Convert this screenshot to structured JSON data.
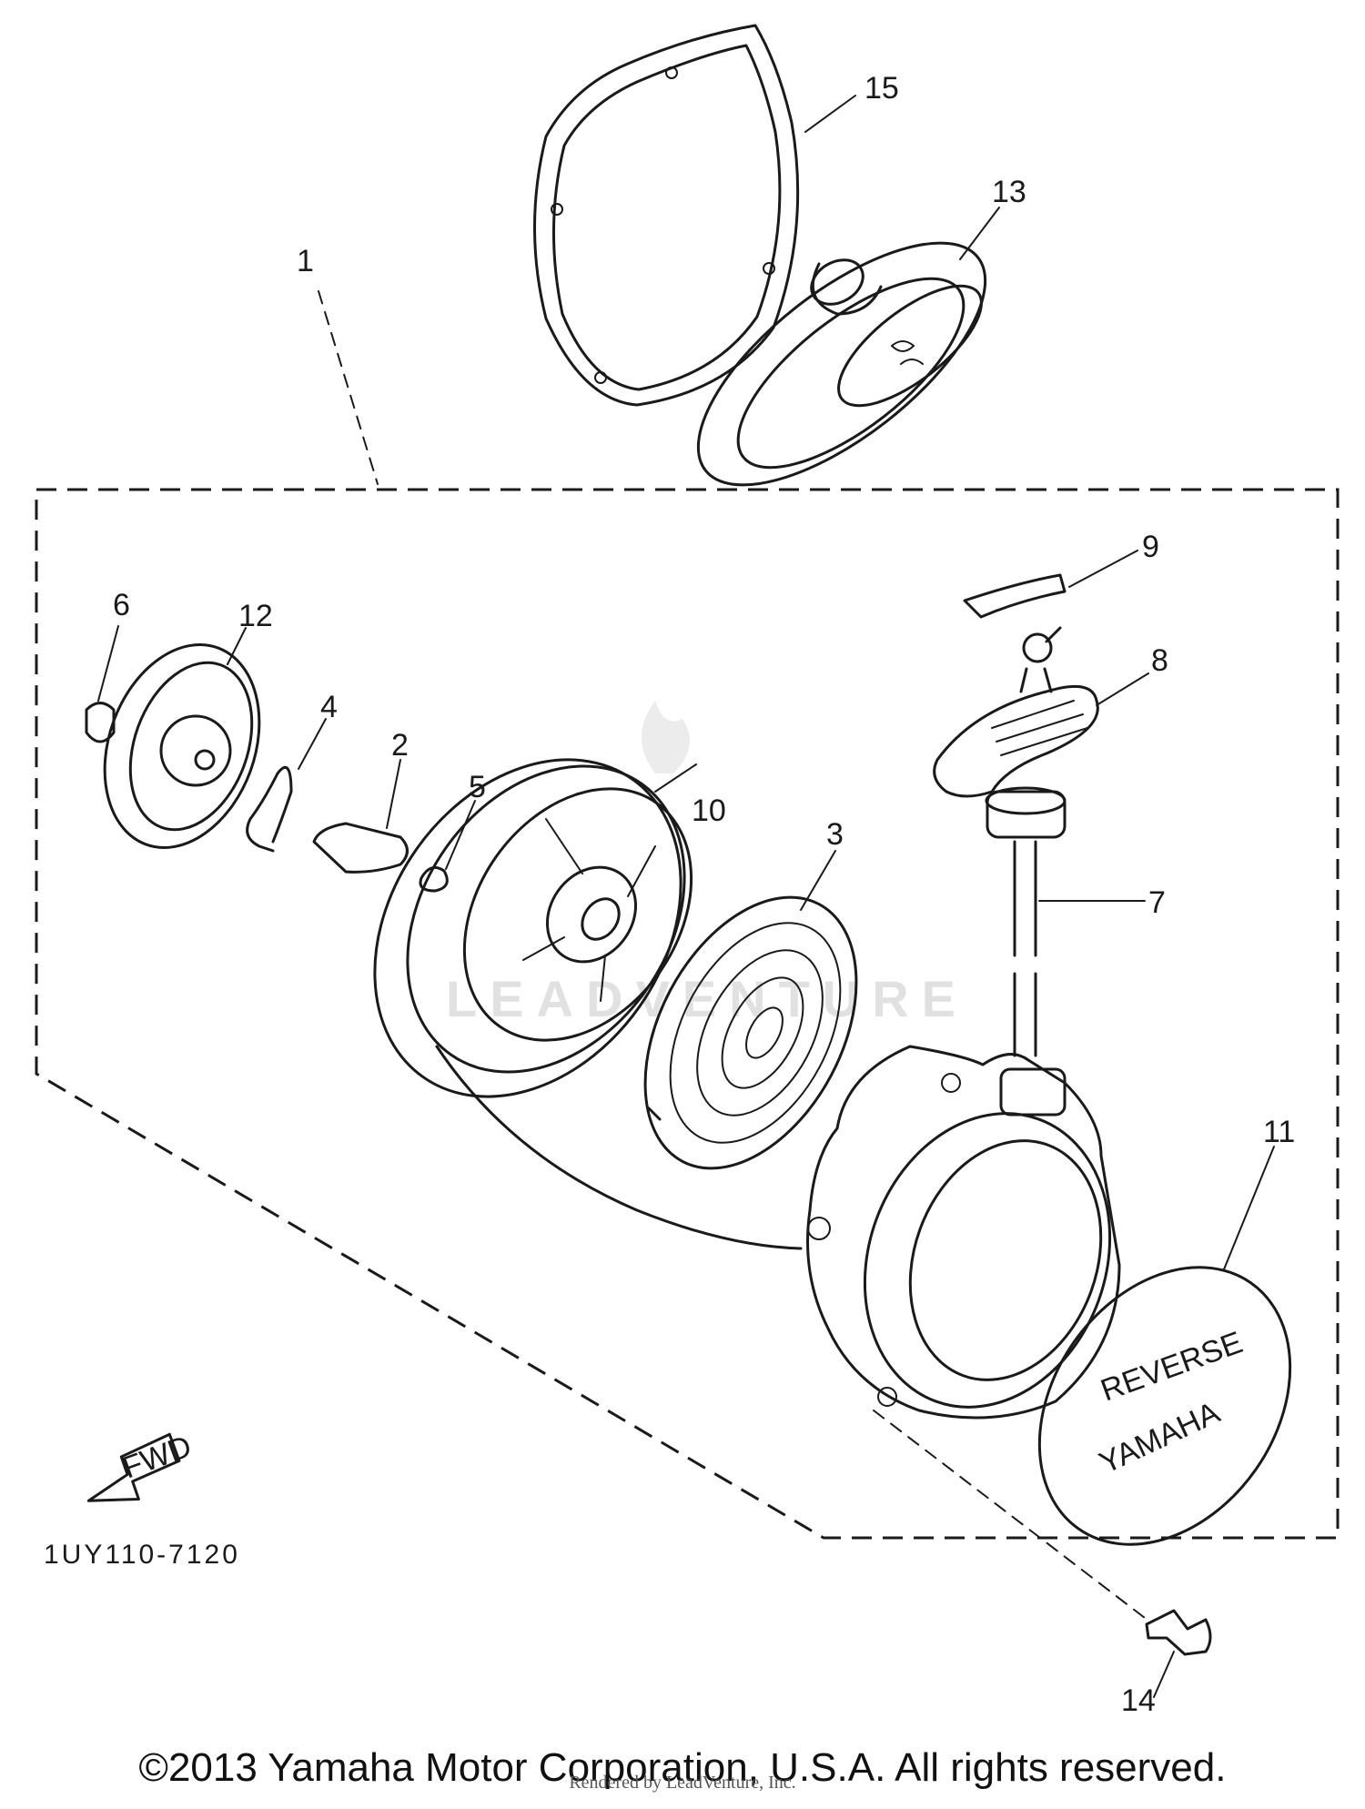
{
  "diagram": {
    "watermark": "LEADVENTURE",
    "drawing_code": "1UY110-7120",
    "fwd_label": "FWD",
    "cover_lettering": [
      "REVERSE",
      "YAMAHA"
    ],
    "callouts": [
      "1",
      "2",
      "3",
      "4",
      "5",
      "6",
      "7",
      "8",
      "9",
      "10",
      "11",
      "12",
      "13",
      "14",
      "15"
    ]
  },
  "footer": {
    "copyright": "©2013 Yamaha Motor Corporation, U.S.A. All rights reserved.",
    "overlay": "Rendered by LeadVenture, Inc."
  }
}
